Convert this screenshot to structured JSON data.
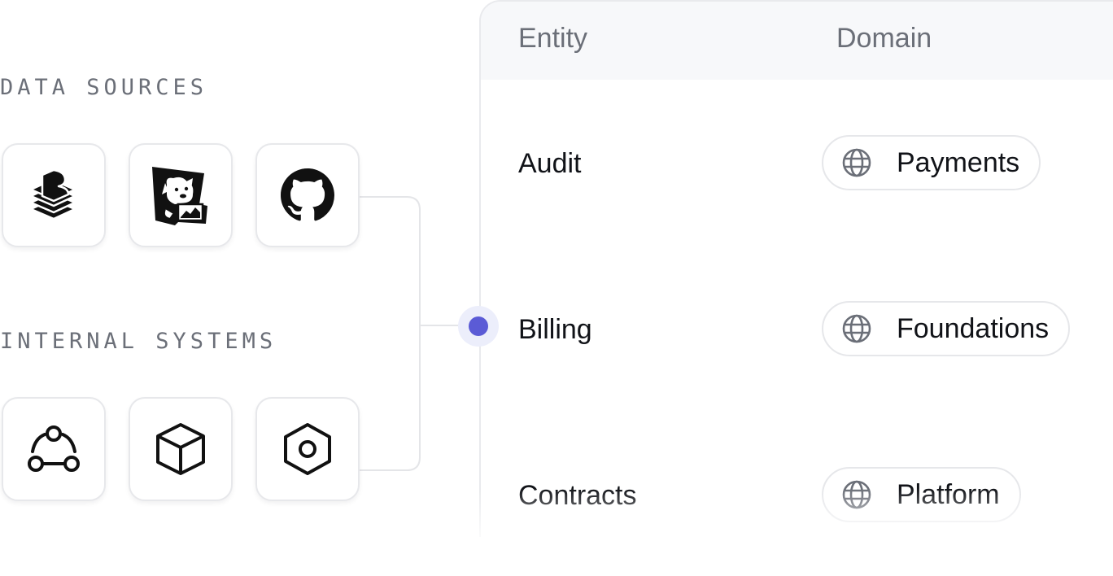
{
  "accent_color": "#5b5bd6",
  "data_sources": {
    "label": "DATA SOURCES",
    "items": [
      {
        "name": "Stack of layers logo",
        "icon": "layered-stack-icon"
      },
      {
        "name": "Datadog",
        "icon": "datadog-dog-icon"
      },
      {
        "name": "GitHub",
        "icon": "github-icon"
      }
    ]
  },
  "internal_systems": {
    "label": "INTERNAL SYSTEMS",
    "items": [
      {
        "name": "Nodes",
        "icon": "nodes-triangle-icon"
      },
      {
        "name": "Package",
        "icon": "cube-icon"
      },
      {
        "name": "Service",
        "icon": "hexagon-ring-icon"
      }
    ]
  },
  "table": {
    "headers": {
      "entity": "Entity",
      "domain": "Domain"
    },
    "rows": [
      {
        "entity": "Audit",
        "domain": "Payments",
        "domain_icon": "globe-icon"
      },
      {
        "entity": "Billing",
        "domain": "Foundations",
        "domain_icon": "globe-icon",
        "connected": true
      },
      {
        "entity": "Contracts",
        "domain": "Platform",
        "domain_icon": "globe-icon"
      }
    ]
  }
}
